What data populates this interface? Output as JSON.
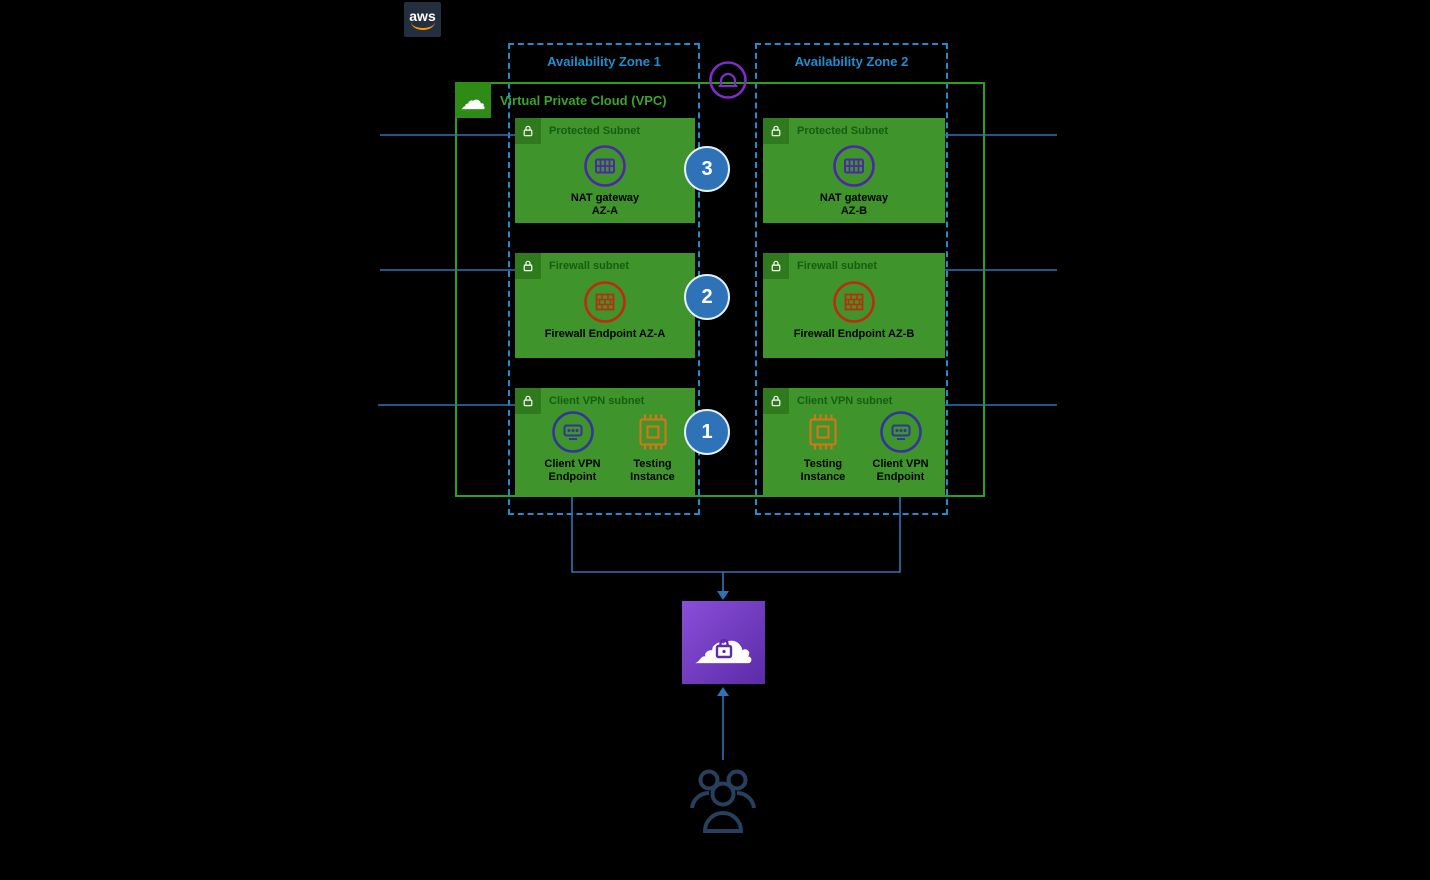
{
  "logo": {
    "label": "aws"
  },
  "zones": [
    {
      "label": "Availability Zone 1"
    },
    {
      "label": "Availability Zone 2"
    }
  ],
  "vpc": {
    "label": "Virtual Private Cloud (VPC)"
  },
  "subnets": [
    {
      "zone": "AZ1",
      "title": "Protected Subnet"
    },
    {
      "zone": "AZ2",
      "title": "Protected Subnet"
    },
    {
      "zone": "AZ1",
      "title": "Firewall subnet"
    },
    {
      "zone": "AZ2",
      "title": "Firewall subnet"
    },
    {
      "zone": "AZ1",
      "title": "Client VPN subnet"
    },
    {
      "zone": "AZ2",
      "title": "Client VPN subnet"
    }
  ],
  "nodes": {
    "nat_a": {
      "label_line1": "NAT gateway",
      "label_line2": "AZ-A"
    },
    "nat_b": {
      "label_line1": "NAT gateway",
      "label_line2": "AZ-B"
    },
    "firewall_a": {
      "label": "Firewall Endpoint AZ-A"
    },
    "firewall_b": {
      "label": "Firewall Endpoint AZ-B"
    },
    "client_vpn_a": {
      "label_line1": "Client VPN",
      "label_line2": "Endpoint"
    },
    "client_vpn_b": {
      "label_line1": "Client VPN",
      "label_line2": "Endpoint"
    },
    "testing_a": {
      "label_line1": "Testing",
      "label_line2": "Instance"
    },
    "testing_b": {
      "label_line1": "Testing",
      "label_line2": "Instance"
    }
  },
  "step_badges": [
    {
      "value": "3"
    },
    {
      "value": "2"
    },
    {
      "value": "1"
    }
  ],
  "glyphs": {
    "cloud": "☁"
  },
  "icons": {
    "aws_logo": "aws-logo",
    "vpc": "vpc-cloud-icon",
    "subnet": "subnet-lock-icon",
    "nat_gateway": "nat-gateway-icon",
    "firewall_endpoint": "firewall-endpoint-icon",
    "client_vpn_endpoint": "client-vpn-endpoint-icon",
    "testing_instance": "ec2-instance-icon",
    "internet_gateway": "internet-gateway-icon",
    "client_vpn_service": "client-vpn-service-icon",
    "users": "users-icon"
  },
  "colors": {
    "background": "#000000",
    "zone_blue": "#1D8FD1",
    "vpc_green": "#2DA01A",
    "subnet_green": "#3F942B",
    "subnet_header_green": "#2F7A1C",
    "connector_blue": "#2E73B8",
    "badge_blue": "#2E73B8",
    "nat_purple": "#4D27A8",
    "firewall_red": "#BF2B0B",
    "endpoint_indigo": "#34349B",
    "instance_orange": "#DB7418",
    "gateway_purple": "#7D2EC8",
    "service_purple": "#5B2BA8",
    "logo_bg": "#232F3E",
    "logo_smile": "#FF9900"
  }
}
